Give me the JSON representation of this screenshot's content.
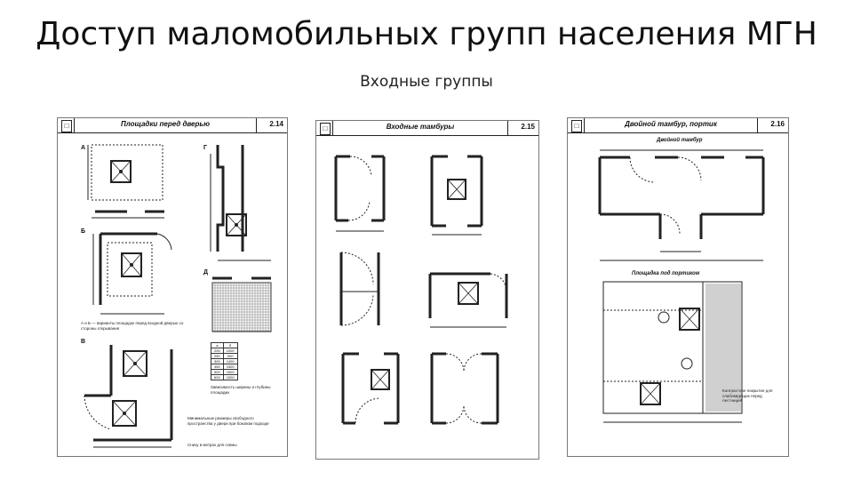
{
  "title": "Доступ маломобильных групп населения МГН",
  "subtitle": "Входные группы",
  "sheets": [
    {
      "title": "Площадки перед дверью",
      "number": "2.14",
      "panel_labels": [
        "А",
        "Б",
        "В",
        "Г",
        "Д"
      ],
      "notes": {
        "ab": "А и Б — варианты площадок перед входной дверью со стороны открывания",
        "table": "Зависимость ширины и глубины площадки",
        "bottom": "Минимальные размеры свободного пространства у двери при боковом подходе",
        "legend": "Снизу в метрах для схемы"
      },
      "table": {
        "headers": [
          "a",
          "б"
        ],
        "rows": [
          [
            "200",
            "1000"
          ],
          [
            "250",
            "900"
          ],
          [
            "300",
            "1400"
          ],
          [
            "450",
            "1500"
          ],
          [
            "500",
            "1500"
          ],
          [
            "600",
            "1500"
          ]
        ]
      }
    },
    {
      "title": "Входные тамбуры",
      "number": "2.15"
    },
    {
      "title": "Двойной тамбур, портик",
      "number": "2.16",
      "sub_top": "Двойной тамбур",
      "sub_mid": "Площадка под портиком",
      "note": "Контрастное покрытие для слабовидящих перед лестницей"
    }
  ]
}
